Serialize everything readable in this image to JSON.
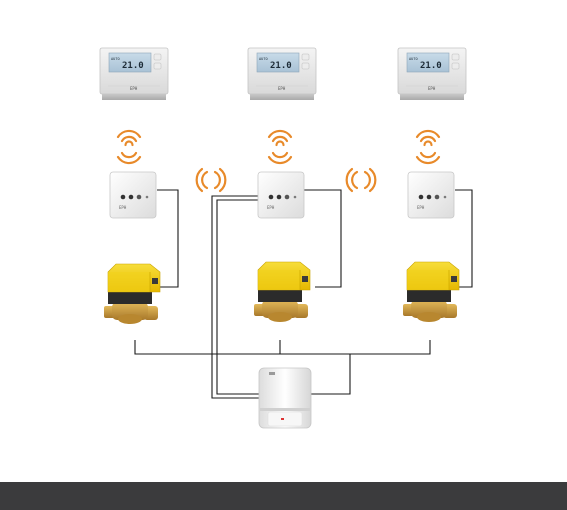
{
  "zones": [
    {
      "thermostat": {
        "display_value": "21.0",
        "display_prefix": "AUTO",
        "brand": "EPH"
      },
      "receiver": {
        "brand": "EPH"
      }
    },
    {
      "thermostat": {
        "display_value": "21.0",
        "display_prefix": "AUTO",
        "brand": "EPH"
      },
      "receiver": {
        "brand": "EPH"
      }
    },
    {
      "thermostat": {
        "display_value": "21.0",
        "display_prefix": "AUTO",
        "brand": "EPH"
      },
      "receiver": {
        "brand": "EPH"
      }
    }
  ],
  "colors": {
    "signal": "#e88a2a",
    "wire": "#1a1a1a",
    "valve_actuator": "#f2d21b",
    "valve_brass": "#c99a2e",
    "lcd": "#b9cfe0",
    "footer": "#3b3b3d"
  },
  "icons": {
    "signal": "wireless-signal-icon",
    "relay": "wireless-relay-icon"
  }
}
